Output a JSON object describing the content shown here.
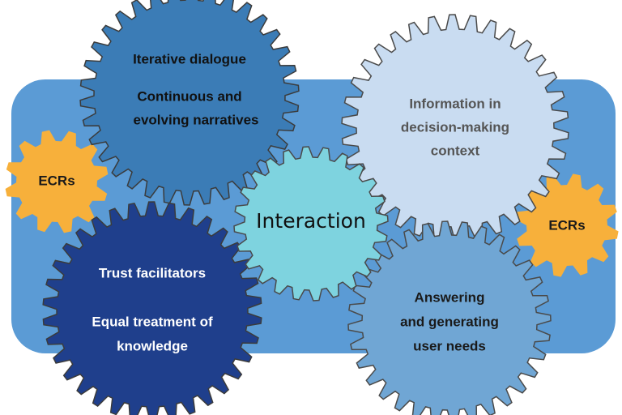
{
  "colors": {
    "panel": "#5b9bd5",
    "gear_top_left": "#3b7cb6",
    "gear_bottom_left": "#1f3f8c",
    "gear_center": "#7ed3df",
    "gear_top_right": "#c9dcf1",
    "gear_bottom_right": "#70a6d4",
    "gear_ecr": "#f7b03b",
    "outline": "#4a4a4a",
    "light_text": "#ffffff",
    "dark_text": "#1a1a1a",
    "muted_text": "#555555"
  },
  "gears": {
    "top_left": {
      "line1": "Iterative dialogue",
      "line2": "Continuous and",
      "line3": "evolving narratives"
    },
    "top_right": {
      "line1": "Information in",
      "line2": "decision-making",
      "line3": "context"
    },
    "center": {
      "label": "Interaction"
    },
    "bottom_left": {
      "line1": "Trust facilitators",
      "line2": "Equal treatment of",
      "line3": "knowledge"
    },
    "bottom_right": {
      "line1": "Answering",
      "line2": "and generating",
      "line3": "user needs"
    },
    "ecr_left": {
      "label": "ECRs"
    },
    "ecr_right": {
      "label": "ECRs"
    }
  }
}
